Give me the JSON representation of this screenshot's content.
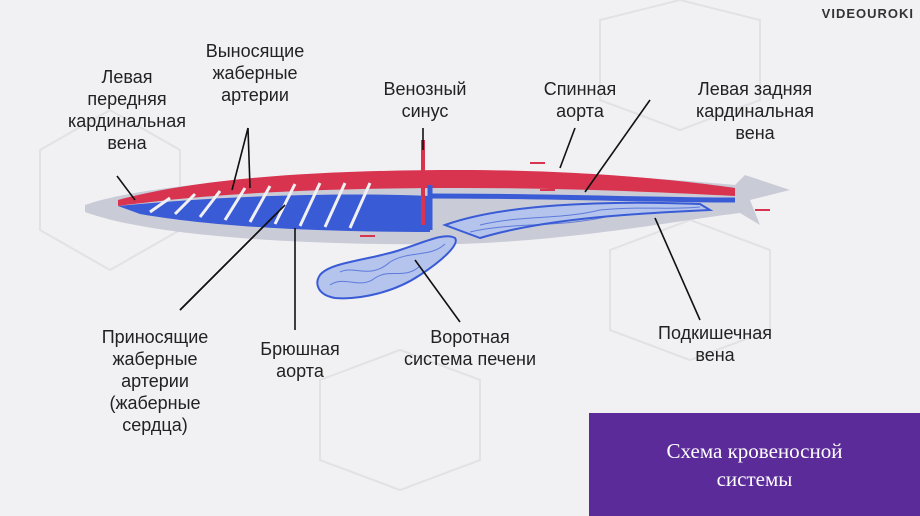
{
  "logo": "VIDEOUROKI",
  "labels": {
    "left_anterior_cardinal_vein": "Левая\nпередняя\nкардинальная\nвена",
    "efferent_gill_arteries": "Выносящие\nжаберные\nартерии",
    "venous_sinus": "Венозный\nсинус",
    "dorsal_aorta": "Спинная\nаорта",
    "left_posterior_cardinal_vein": "Левая задняя\nкардинальная\nвена",
    "afferent_gill_arteries": "Приносящие\nжаберные\nартерии\n(жаберные\nсердца)",
    "ventral_aorta": "Брюшная\nаорта",
    "hepatic_portal_system": "Воротная\nсистема печени",
    "subintestinal_vein": "Подкишечная\nвена"
  },
  "caption": "Схема кровеносной\nсистемы",
  "colors": {
    "arterial": "#d8344f",
    "venous": "#3a5bd6",
    "body": "#c9ccd6",
    "caption_bg": "#5b2b9a"
  }
}
